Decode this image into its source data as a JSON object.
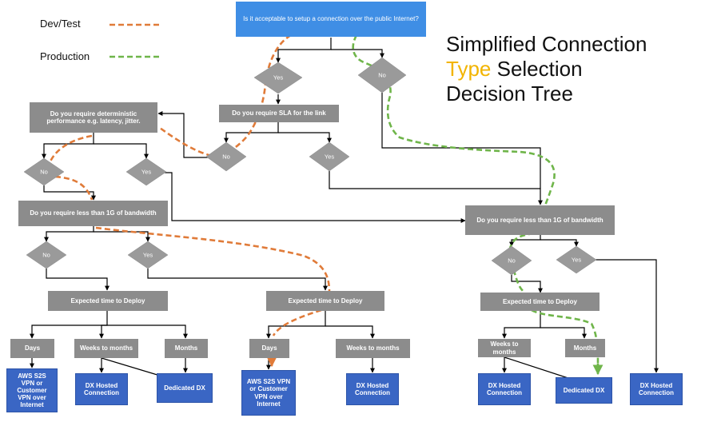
{
  "title": {
    "line1": "Simplified Connection",
    "accent": "Type",
    "line2_rest": " Selection",
    "line3": "Decision Tree"
  },
  "legend": {
    "dev_test": "Dev/Test",
    "production": "Production",
    "dev_color": "#e07b39",
    "prod_color": "#6fb54a"
  },
  "nodes": {
    "q_public_internet": "Is it acceptable to setup a connection over the public Internet?",
    "q_sla": "Do you require SLA for the link",
    "q_deterministic": "Do you require deterministic performance e.g. latency, jitter.",
    "q_bandwidth_left": "Do you require less than 1G of bandwidth",
    "q_bandwidth_right": "Do you require less than 1G of bandwidth",
    "deploy_1": "Expected time to Deploy",
    "deploy_2": "Expected time to Deploy",
    "deploy_3": "Expected time to Deploy",
    "days_1": "Days",
    "weeks_1": "Weeks to months",
    "months_1": "Months",
    "days_2": "Days",
    "weeks_2": "Weeks to months",
    "weeks_3": "Weeks to months",
    "months_3": "Months",
    "out_vpn_1": "AWS S2S VPN or Customer VPN over Internet",
    "out_hosted_1": "DX Hosted Connection",
    "out_dedicated_1": "Dedicated DX",
    "out_vpn_2": "AWS S2S VPN or Customer VPN over Internet",
    "out_hosted_2": "DX Hosted Connection",
    "out_hosted_3": "DX Hosted Connection",
    "out_dedicated_3": "Dedicated DX",
    "out_hosted_4": "DX Hosted Connection"
  },
  "decisions": {
    "yes_top": "Yes",
    "no_top": "No",
    "no_sla": "No",
    "yes_sla": "Yes",
    "no_det": "No",
    "yes_det": "Yes",
    "no_bw_left": "No",
    "yes_bw_left": "Yes",
    "no_bw_right": "No",
    "yes_bw_right": "Yes"
  },
  "colors": {
    "box_grey": "#8c8c8c",
    "diamond_grey": "#9a9a9a",
    "outcome_blue": "#3a66c4",
    "question_blue": "#3f8ee5",
    "title_accent": "#f2b400"
  }
}
